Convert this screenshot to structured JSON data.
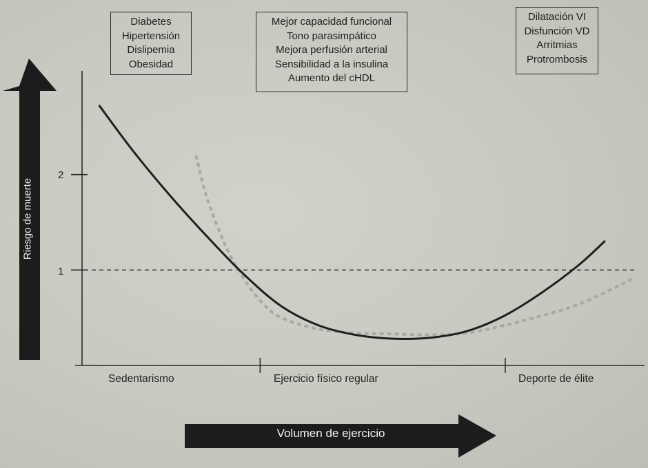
{
  "chart_data": {
    "type": "line",
    "ylabel": "Riesgo de muerte",
    "xlabel": "Volumen de ejercicio",
    "yticks": [
      1,
      2
    ],
    "categories": [
      "Sedentarismo",
      "Ejercicio físico regular",
      "Deporte de élite"
    ],
    "reference_line": {
      "y": 1,
      "style": "dashed"
    },
    "series": [
      {
        "style": "solid",
        "color": "#1f1f1f",
        "x": [
          0.12,
          0.3,
          0.5,
          0.7,
          0.9,
          1.1,
          1.3,
          1.5,
          1.7,
          1.9,
          2.1,
          2.3,
          2.5,
          2.7,
          2.84
        ],
        "y": [
          2.72,
          2.25,
          1.78,
          1.35,
          0.95,
          0.62,
          0.42,
          0.32,
          0.28,
          0.29,
          0.36,
          0.52,
          0.76,
          1.05,
          1.3
        ]
      },
      {
        "style": "dotted",
        "color": "#a9a9a5",
        "x": [
          0.64,
          0.7,
          0.8,
          0.9,
          1.0,
          1.1,
          1.3,
          1.5,
          1.7,
          1.9,
          2.1,
          2.3,
          2.5,
          2.7,
          2.9,
          3.0
        ],
        "y": [
          2.2,
          1.75,
          1.25,
          0.9,
          0.65,
          0.5,
          0.38,
          0.34,
          0.33,
          0.32,
          0.34,
          0.42,
          0.52,
          0.64,
          0.82,
          0.92
        ]
      }
    ],
    "annotations": {
      "left": [
        "Diabetes",
        "Hipertensión",
        "Dislipemia",
        "Obesidad"
      ],
      "center": [
        "Mejor capacidad funcional",
        "Tono parasimpático",
        "Mejora perfusión arterial",
        "Sensibilidad a la insulina",
        "Aumento del cHDL"
      ],
      "right": [
        "Dilatación VI",
        "Disfunción VD",
        "Arritmias",
        "Protrombosis"
      ]
    },
    "xlim": [
      0,
      3.0
    ],
    "ylim": [
      0,
      3.0
    ],
    "grid": false,
    "legend": "none"
  }
}
